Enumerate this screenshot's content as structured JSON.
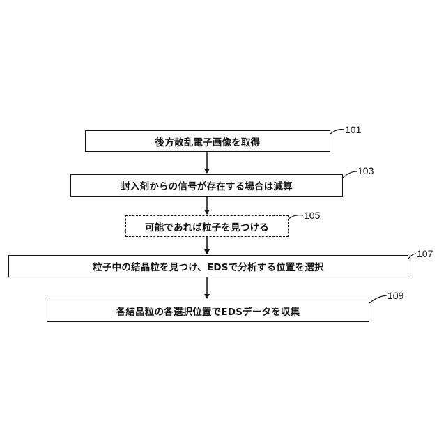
{
  "flowchart": {
    "steps": [
      {
        "ref": "101",
        "label": "後方散乱電子画像を取得",
        "style": "solid"
      },
      {
        "ref": "103",
        "label": "封入剤からの信号が存在する場合は減算",
        "style": "solid"
      },
      {
        "ref": "105",
        "label": "可能であれば粒子を見つける",
        "style": "dashed"
      },
      {
        "ref": "107",
        "label": "粒子中の結晶粒を見つけ、EDSで分析する位置を選択",
        "style": "solid"
      },
      {
        "ref": "109",
        "label": "各結晶粒の各選択位置でEDSデータを収集",
        "style": "solid"
      }
    ]
  },
  "colors": {
    "line": "#111111",
    "box_fill": "#ffffff",
    "background": "#ffffff"
  }
}
